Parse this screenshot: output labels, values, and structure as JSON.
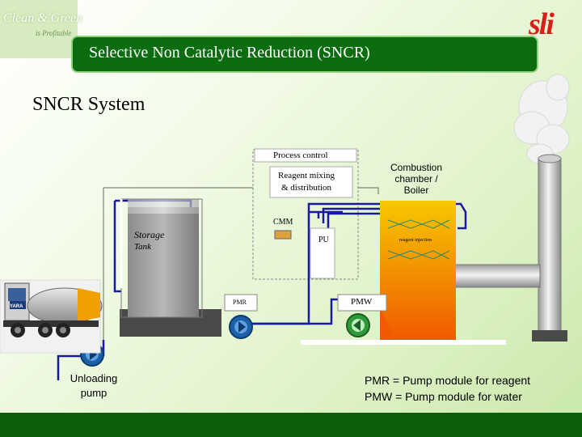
{
  "header": {
    "logo_left_line1": "Clean & Green",
    "logo_left_line2": "is Profitable",
    "logo_right": "sli",
    "title": "Selective Non Catalytic Reduction (SNCR)"
  },
  "section_title": "SNCR System",
  "diagram": {
    "process_control": "Process control",
    "reagent_mixing_line1": "Reagent mixing",
    "reagent_mixing_line2": "& distribution",
    "combustion_line1": "Combustion",
    "combustion_line2": "chamber /",
    "combustion_line3": "Boiler",
    "cmm": "CMM",
    "pu": "PU",
    "reagent_injection": "reagent injection",
    "storage": "Storage",
    "tank": "Tank",
    "pmr": "PMR",
    "pmw": "PMW",
    "truck_brand": "YARA",
    "unloading_line1": "Unloading",
    "unloading_line2": "pump"
  },
  "legend": {
    "pmr": "PMR = Pump module for reagent",
    "pmw": "PMW = Pump module for water"
  },
  "colors": {
    "title_bar": "#0c6d10",
    "pipe_blue": "#1a1aa0",
    "pump_blue": "#1b5fa8",
    "pump_green": "#2e9a3a",
    "boiler_top": "#f6c800",
    "boiler_bottom": "#f05a00"
  }
}
